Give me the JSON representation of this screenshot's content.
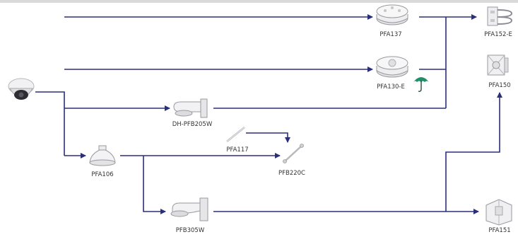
{
  "colors": {
    "connector": "#2a2f7a",
    "device": "#e8e8ea",
    "device_stroke": "#9a9aa0",
    "umbrella": "#1f8f6a"
  },
  "nodes": [
    {
      "id": "camera",
      "label": "",
      "icon": "dome-camera-icon"
    },
    {
      "id": "pfa137",
      "label": "PFA137",
      "icon": "junction-box-icon"
    },
    {
      "id": "pfa152e",
      "label": "PFA152-E",
      "icon": "pole-clamp-icon"
    },
    {
      "id": "pfa130e",
      "label": "PFA130-E",
      "icon": "waterproof-junction-box-icon"
    },
    {
      "id": "pfa150",
      "label": "PFA150",
      "icon": "pole-mount-plate-icon"
    },
    {
      "id": "pfb205w",
      "label": "DH-PFB205W",
      "icon": "wall-bracket-icon"
    },
    {
      "id": "pfa117",
      "label": "PFA117",
      "icon": "extension-rod-icon"
    },
    {
      "id": "pfa106",
      "label": "PFA106",
      "icon": "pendant-cap-icon"
    },
    {
      "id": "pfb220c",
      "label": "PFB220C",
      "icon": "ceiling-rod-icon"
    },
    {
      "id": "pfb305w",
      "label": "PFB305W",
      "icon": "wall-mount-arm-icon"
    },
    {
      "id": "pfa151",
      "label": "PFA151",
      "icon": "corner-mount-icon"
    }
  ],
  "annotations": {
    "waterproof_icon": "umbrella-icon"
  }
}
